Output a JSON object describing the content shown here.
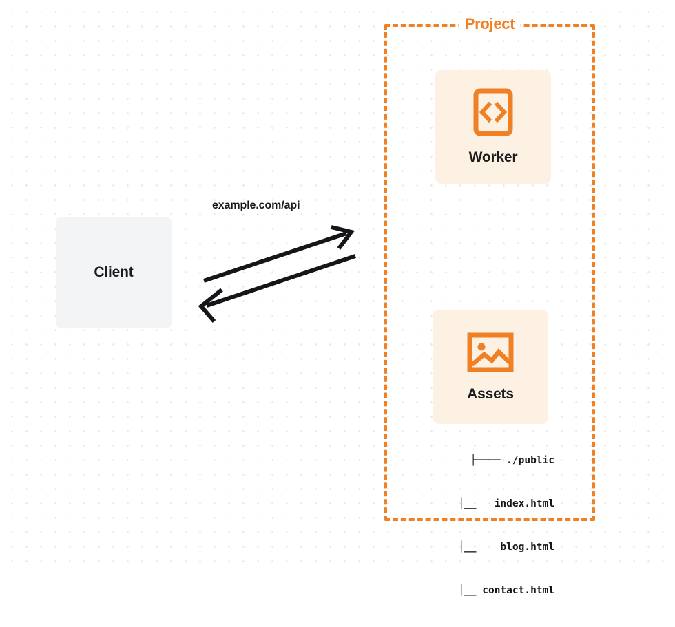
{
  "diagram": {
    "title": "Worker and Assets request flow",
    "colors": {
      "orange": "#ef8024",
      "card_background": "#fdf1e3",
      "client_background": "#f3f4f6",
      "text": "#1d1d1f",
      "arrow": "#16161a",
      "dot_grid": "#e9e9ec"
    },
    "client": {
      "label": "Client"
    },
    "connection": {
      "label": "example.com/api",
      "request_arrow_name": "request-arrow",
      "response_arrow_name": "response-arrow"
    },
    "project": {
      "title": "Project",
      "services": [
        {
          "label": "Worker",
          "icon": "code-brackets-icon"
        },
        {
          "label": "Assets",
          "icon": "image-icon"
        }
      ],
      "file_tree": [
        "├──── ./public",
        "   │__   index.html",
        "   │__    blog.html",
        "   │__ contact.html"
      ]
    }
  }
}
